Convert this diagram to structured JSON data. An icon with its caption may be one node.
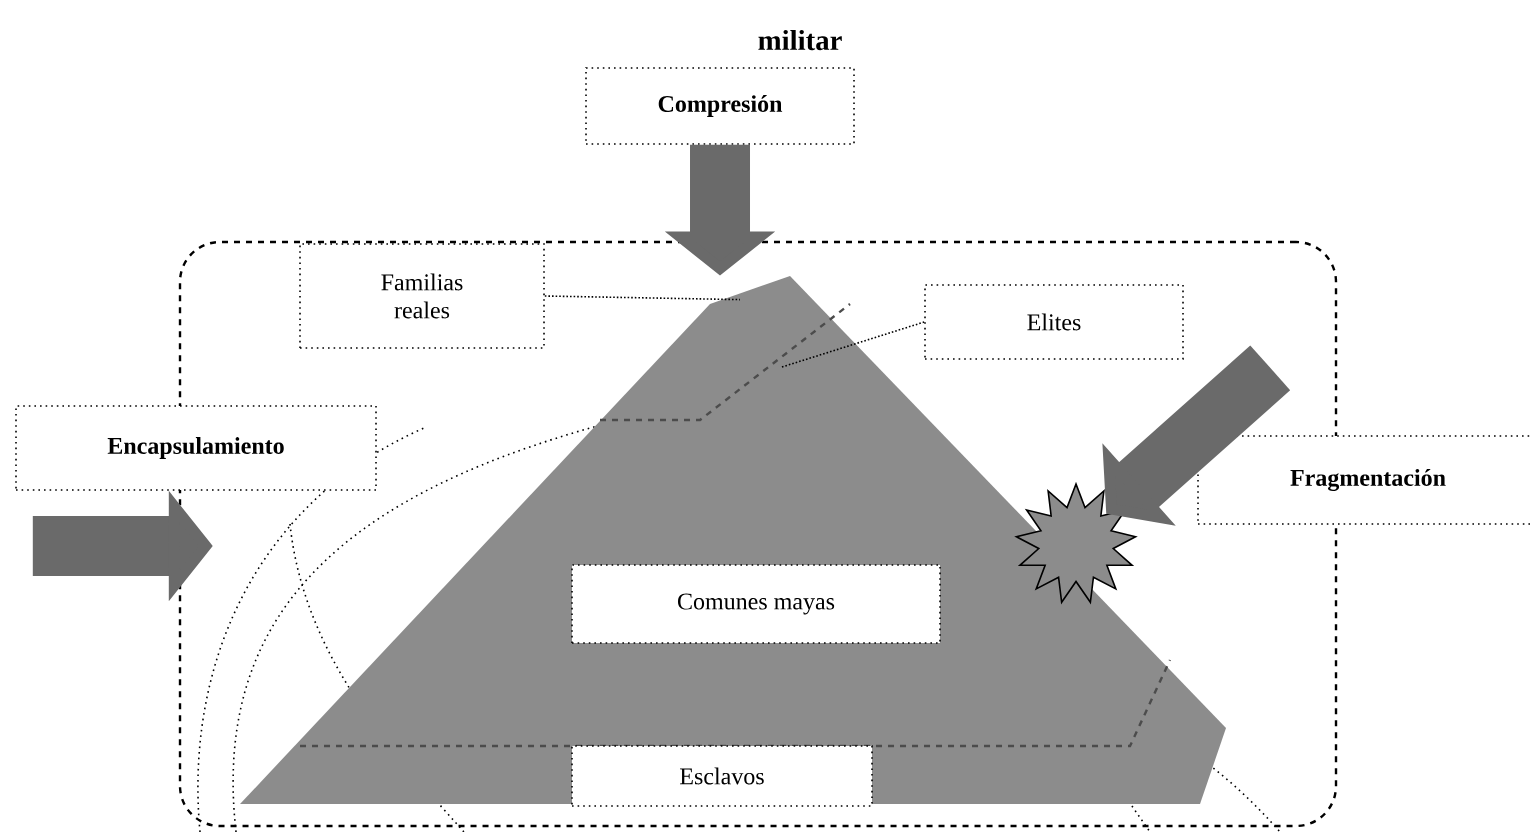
{
  "diagram": {
    "title": "militar",
    "nodes": [
      {
        "text": [
          "Compresión"
        ]
      },
      {
        "text": [],
        "shape": "box"
      },
      {
        "text": [
          "Familias reales"
        ],
        "in": 1
      },
      {
        "text": [
          "Elites"
        ],
        "in": 1
      },
      {
        "text": [],
        "shape": "triangle",
        "in": 1
      },
      {
        "text": [
          "Encapsulamiento"
        ]
      },
      {
        "text": [],
        "shape": "star",
        "in": 1
      },
      {
        "text": [
          "Fragmentación"
        ]
      },
      {
        "text": [
          "Comunes mayas"
        ],
        "in": 4
      },
      {
        "text": [
          "Esclavos"
        ],
        "in": 4
      }
    ],
    "edges": [
      {
        "from": 0,
        "to": 4,
        "arrow": "to"
      },
      {
        "from": 2,
        "to": 4,
        "arrow": "none",
        "style": "dashed",
        "color": "#000000"
      },
      {
        "from": 3,
        "to": 4,
        "arrow": "none",
        "style": "dashed",
        "color": "#000000"
      },
      {
        "from": null,
        "to": 1,
        "arrow": "to"
      },
      {
        "from": null,
        "to": 6,
        "arrow": "to"
      }
    ]
  }
}
